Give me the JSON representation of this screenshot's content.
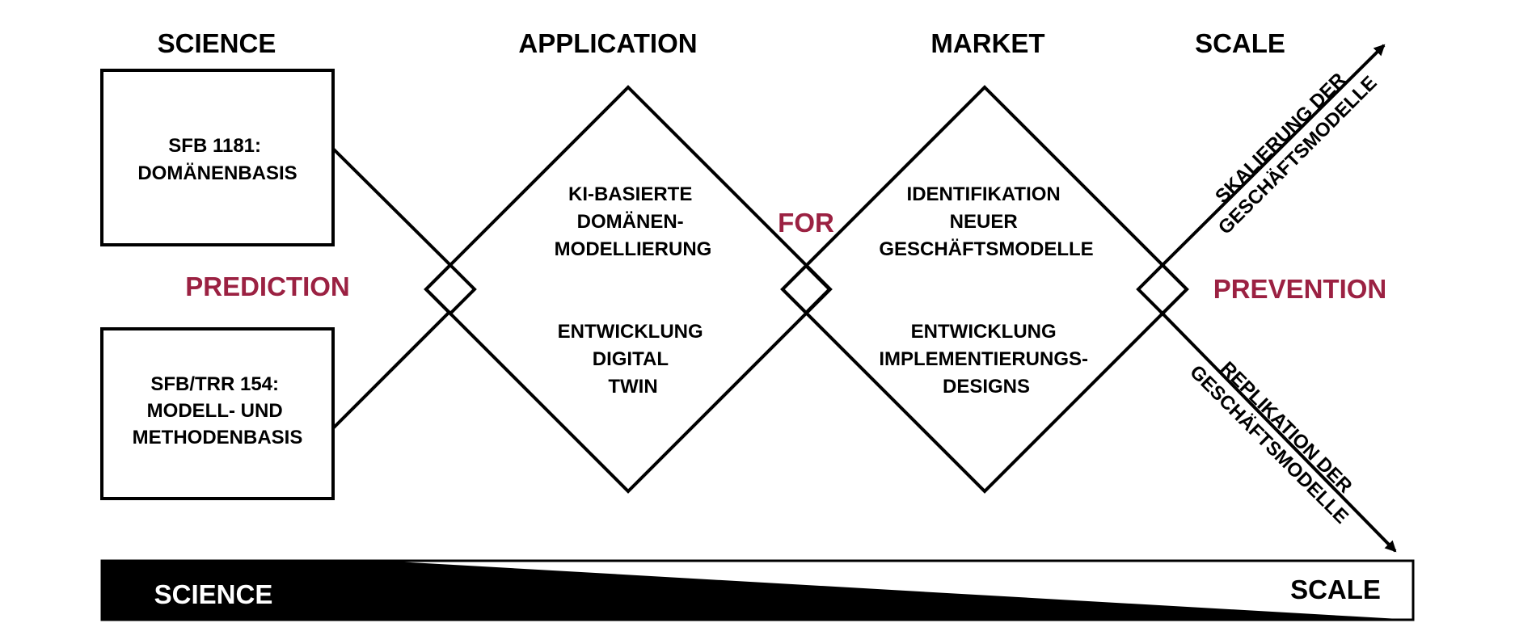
{
  "stages": {
    "science": "SCIENCE",
    "application": "APPLICATION",
    "market": "MARKET",
    "scale": "SCALE"
  },
  "boxes": {
    "top": [
      "SFB 1181:",
      "DOMÄNENBASIS"
    ],
    "bottom": [
      "SFB/TRR 154:",
      "MODELL- UND",
      "METHODENBASIS"
    ]
  },
  "application_diamond": {
    "upper": [
      "KI-BASIERTE",
      "DOMÄNEN-",
      "MODELLIERUNG"
    ],
    "lower": [
      "ENTWICKLUNG",
      "DIGITAL",
      "TWIN"
    ]
  },
  "market_diamond": {
    "upper": [
      "IDENTIFIKATION",
      "NEUER",
      "GESCHÄFTSMODELLE"
    ],
    "lower": [
      "ENTWICKLUNG",
      "IMPLEMENTIERUNGS-",
      "DESIGNS"
    ]
  },
  "accents": {
    "prediction": "PREDICTION",
    "for": "FOR",
    "prevention": "PREVENTION"
  },
  "arrows": {
    "up": [
      "SKALIERUNG DER",
      "GESCHÄFTSMODELLE"
    ],
    "down": [
      "REPLIKATION DER",
      "GESCHÄFTSMODELLE"
    ]
  },
  "bottom_bar": {
    "left": "SCIENCE",
    "right": "SCALE"
  },
  "colors": {
    "accent": "#9b2142",
    "ink": "#000000",
    "background": "#ffffff"
  }
}
